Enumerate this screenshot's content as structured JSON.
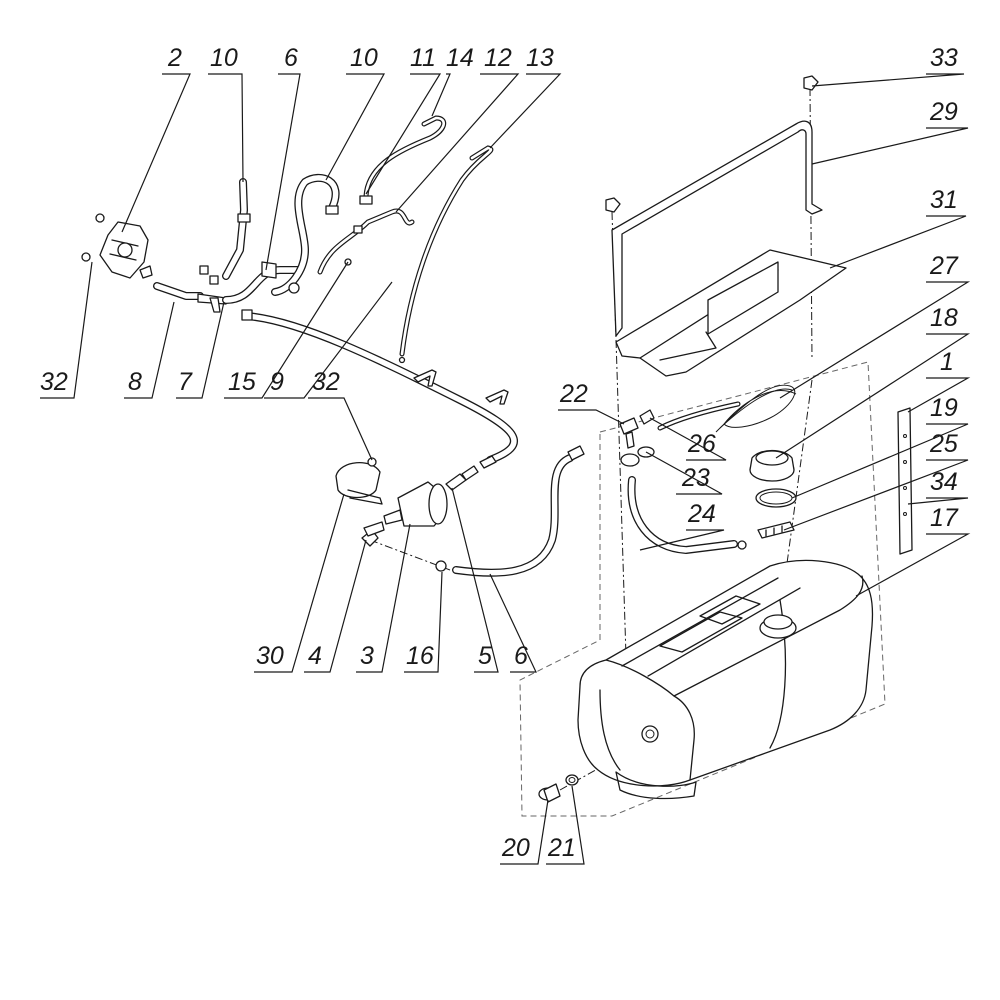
{
  "callouts": [
    {
      "id": "c2",
      "text": "2"
    },
    {
      "id": "c10a",
      "text": "10"
    },
    {
      "id": "c6a",
      "text": "6"
    },
    {
      "id": "c10b",
      "text": "10"
    },
    {
      "id": "c11",
      "text": "11"
    },
    {
      "id": "c14",
      "text": "14"
    },
    {
      "id": "c12",
      "text": "12"
    },
    {
      "id": "c13",
      "text": "13"
    },
    {
      "id": "c33",
      "text": "33"
    },
    {
      "id": "c29",
      "text": "29"
    },
    {
      "id": "c31",
      "text": "31"
    },
    {
      "id": "c27",
      "text": "27"
    },
    {
      "id": "c18",
      "text": "18"
    },
    {
      "id": "c1",
      "text": "1"
    },
    {
      "id": "c19",
      "text": "19"
    },
    {
      "id": "c25",
      "text": "25"
    },
    {
      "id": "c34",
      "text": "34"
    },
    {
      "id": "c17",
      "text": "17"
    },
    {
      "id": "c32a",
      "text": "32"
    },
    {
      "id": "c8",
      "text": "8"
    },
    {
      "id": "c7",
      "text": "7"
    },
    {
      "id": "c15",
      "text": "15"
    },
    {
      "id": "c9",
      "text": "9"
    },
    {
      "id": "c32b",
      "text": "32"
    },
    {
      "id": "c22",
      "text": "22"
    },
    {
      "id": "c26",
      "text": "26"
    },
    {
      "id": "c23",
      "text": "23"
    },
    {
      "id": "c24",
      "text": "24"
    },
    {
      "id": "c30",
      "text": "30"
    },
    {
      "id": "c4",
      "text": "4"
    },
    {
      "id": "c3",
      "text": "3"
    },
    {
      "id": "c16",
      "text": "16"
    },
    {
      "id": "c5",
      "text": "5"
    },
    {
      "id": "c6b",
      "text": "6"
    },
    {
      "id": "c20",
      "text": "20"
    },
    {
      "id": "c21",
      "text": "21"
    }
  ]
}
